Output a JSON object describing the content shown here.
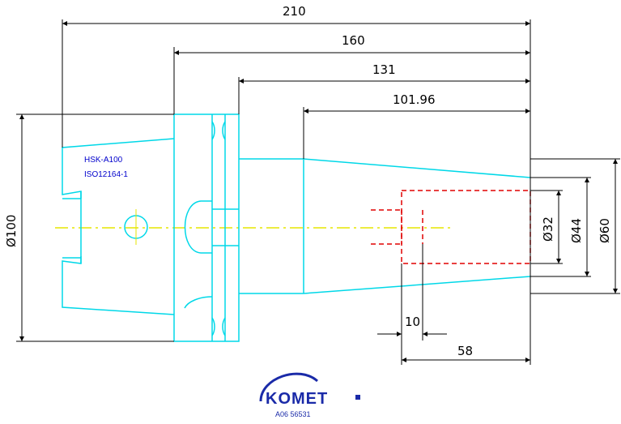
{
  "dimensions": {
    "overall_length": "210",
    "length_160": "160",
    "length_131": "131",
    "length_101": "101.96",
    "dia_100": "Ø100",
    "dia_32": "Ø32",
    "dia_44": "Ø44",
    "dia_60": "Ø60",
    "offset_10": "10",
    "depth_58": "58"
  },
  "labels": {
    "spec_line1": "HSK-A100",
    "spec_line2": "ISO12164-1"
  },
  "brand": {
    "name": "KOMET",
    "drawing_number": "A06 56531"
  },
  "colors": {
    "outline": "#00d8e8",
    "dimension": "#000000",
    "centerline": "#e6e600",
    "hidden": "#e00000",
    "note_text": "#0000cc",
    "brand": "#1a2aa8"
  }
}
